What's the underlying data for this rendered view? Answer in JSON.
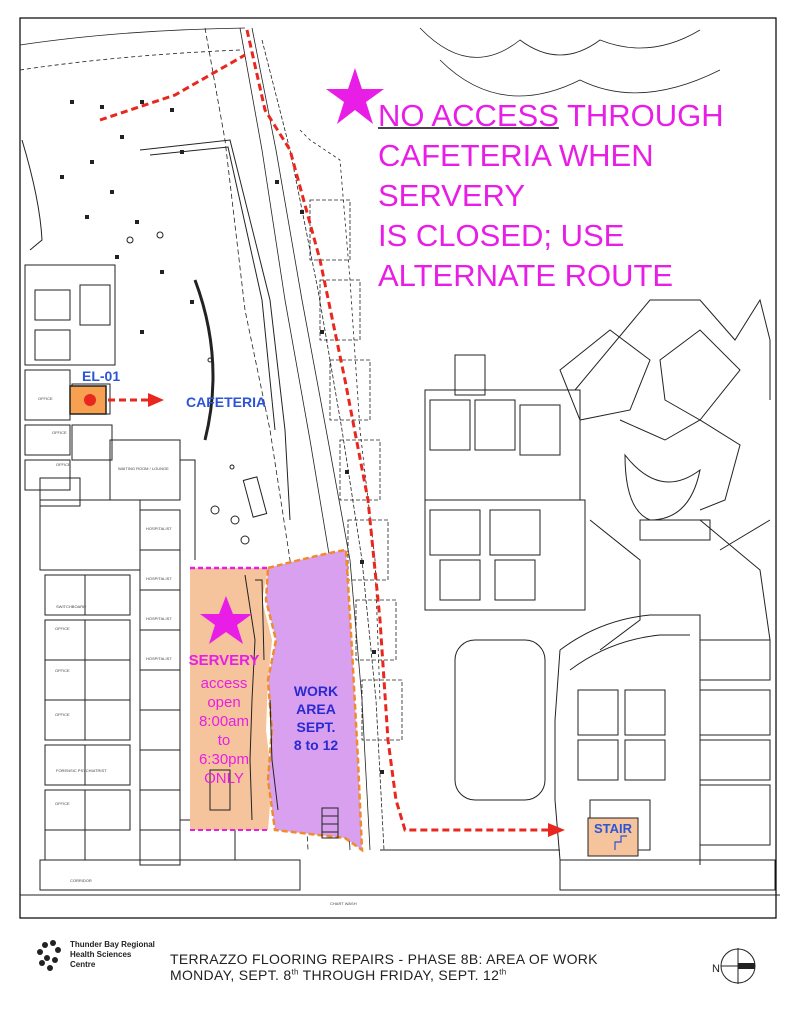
{
  "notice": {
    "underlined": "NO ACCESS",
    "line1_rest": " THROUGH",
    "line2": "CAFETERIA WHEN SERVERY",
    "line3": "IS CLOSED; USE",
    "line4": "ALTERNATE ROUTE"
  },
  "labels": {
    "elevator": "EL-01",
    "cafeteria": "CAFETERIA",
    "stair": "STAIR",
    "servery_title": "SERVERY",
    "servery_lines": [
      "access",
      "open",
      "8:00am",
      "to",
      "6:30pm",
      "ONLY"
    ],
    "work_lines": [
      "WORK",
      "AREA",
      "SEPT.",
      "8 to 12"
    ]
  },
  "rooms": [
    "OFFICE",
    "OFFICE",
    "OFFICE",
    "OFFICE",
    "OFFICE",
    "OFFICE",
    "OFFICE",
    "HOSPITALIST",
    "HOSPITALIST",
    "HOSPITALIST",
    "HOSPITALIST",
    "SWITCHBOARD",
    "CORRIDOR",
    "WAITING ROOM / LOUNGE",
    "FORENSIC PSYCHIATRIST",
    "CHART WASH"
  ],
  "footer": {
    "org": [
      "Thunder Bay Regional",
      "Health Sciences",
      "Centre"
    ],
    "title_line1": "TERRAZZO FLOORING REPAIRS - PHASE 8B: AREA OF WORK",
    "title_line2_a": "MONDAY, SEPT. 8",
    "title_line2_sup1": "th",
    "title_line2_b": " THROUGH FRIDAY, SEPT. 12",
    "title_line2_sup2": "th",
    "north": "N"
  },
  "colors": {
    "magenta": "#e81ee6",
    "route_red": "#e8281e",
    "servery_fill": "#f6c49c",
    "work_fill": "#d9a0f0",
    "zone_border": "#f08a2a",
    "label_blue": "#2b55d6"
  }
}
